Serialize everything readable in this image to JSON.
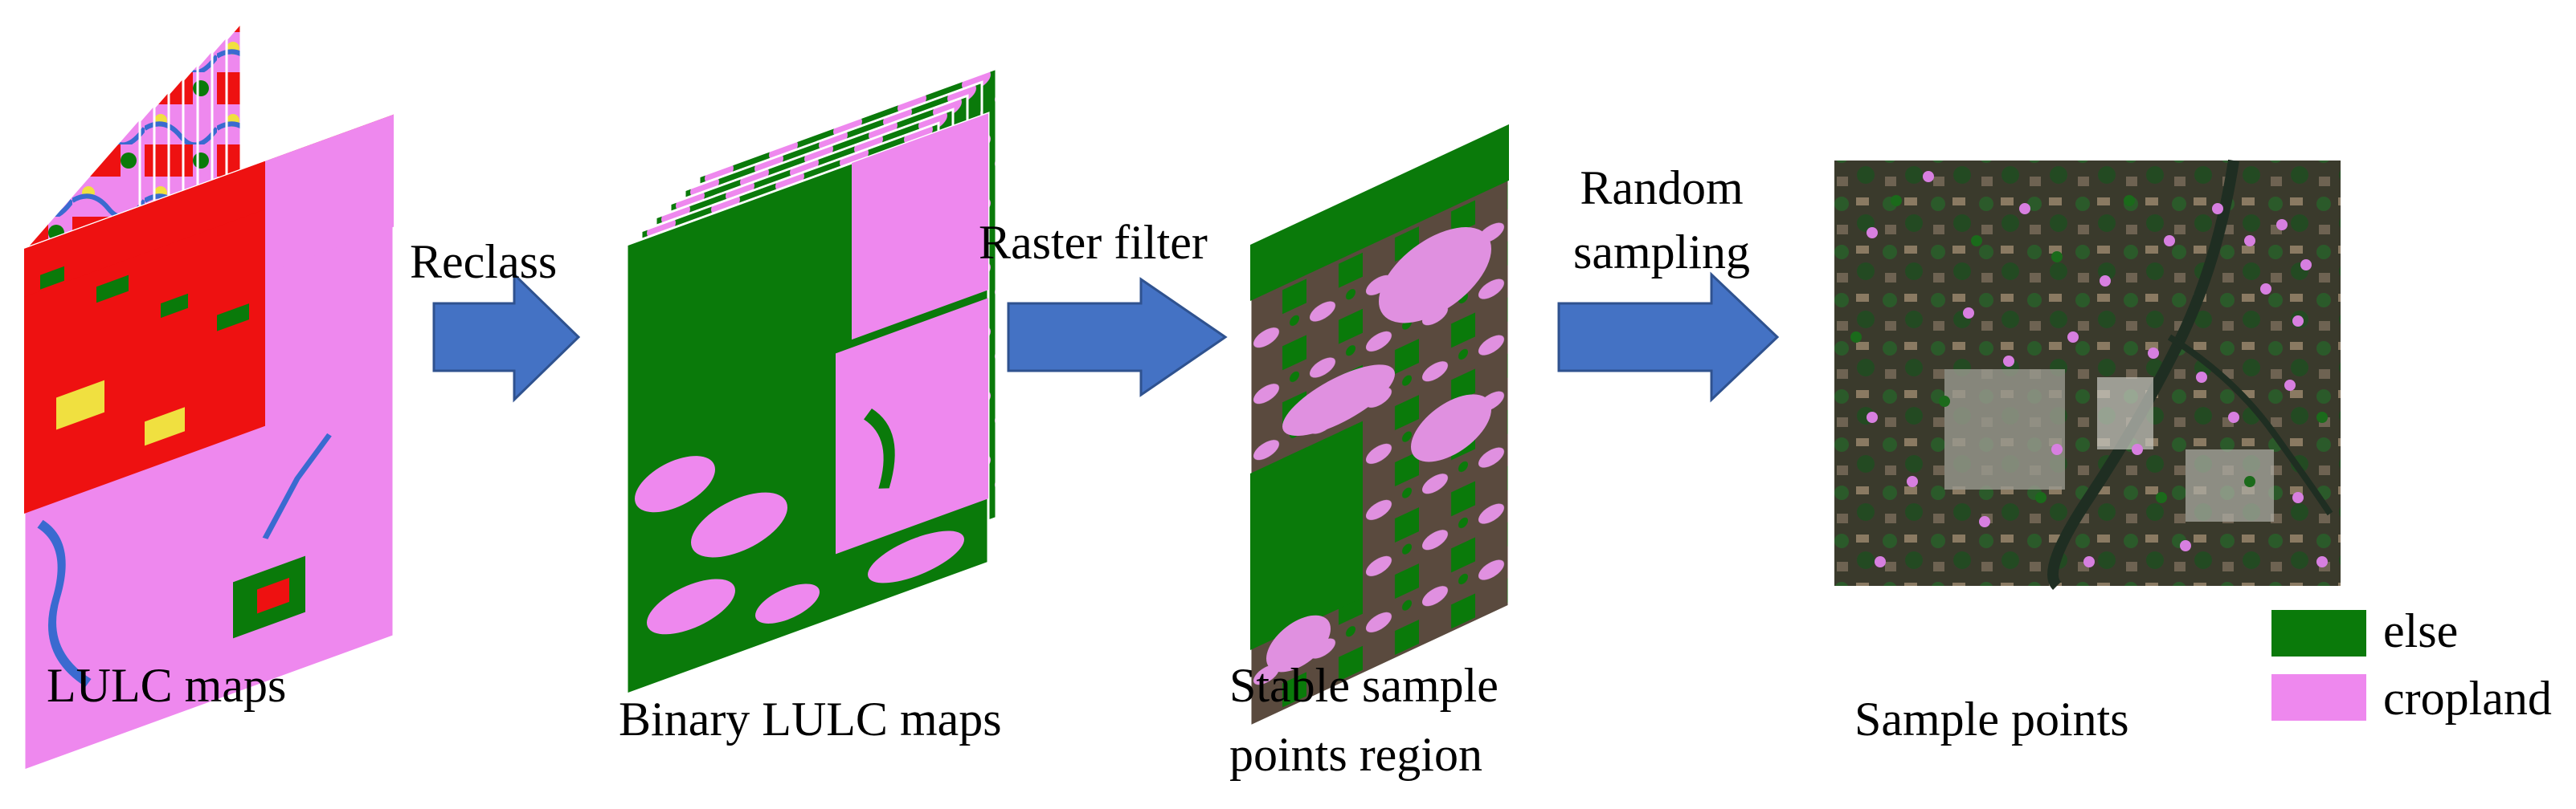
{
  "labels": {
    "lulc_maps": "LULC maps",
    "binary_lulc_maps": "Binary LULC maps",
    "stable_region_line1": "Stable sample",
    "stable_region_line2": "points region",
    "sample_points": "Sample points"
  },
  "arrows": {
    "reclass": "Reclass",
    "raster_filter": "Raster filter",
    "random_sampling_line1": "Random",
    "random_sampling_line2": "sampling"
  },
  "legend": {
    "items": [
      {
        "label": "else",
        "color": "#0a7a0a"
      },
      {
        "label": "cropland",
        "color": "#ee88ee"
      }
    ]
  },
  "colors": {
    "arrow_fill": "#4472c4",
    "arrow_stroke": "#2f528f",
    "lulc_red": "#ee1111",
    "lulc_pink": "#ee88ee",
    "lulc_green": "#0a7a0a",
    "lulc_blue": "#3a6ad0",
    "lulc_yellow": "#f0e040",
    "satellite_bg": "#3a3a2c"
  }
}
